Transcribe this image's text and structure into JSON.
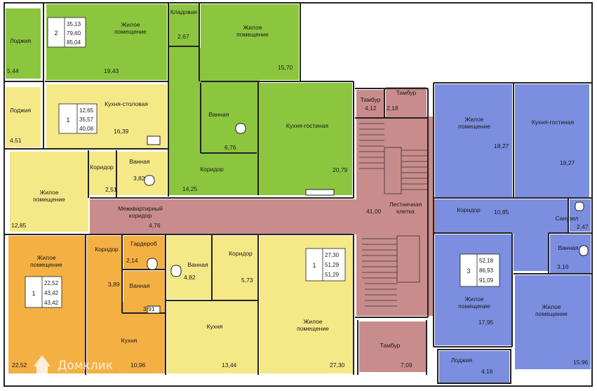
{
  "colors": {
    "green": "#8cc63f",
    "yellow": "#f5e887",
    "orange": "#f4b042",
    "blue": "#7b8ee0",
    "stair": "#c98c8c",
    "corridor": "#c98c8c",
    "wall": "#222222"
  },
  "apartments": [
    {
      "id": "apt-2",
      "number": "2",
      "areas": [
        "35,13",
        "79,60",
        "85,04"
      ],
      "color": "green"
    },
    {
      "id": "apt-1a",
      "number": "1",
      "areas": [
        "12,65",
        "35,57",
        "40,08"
      ],
      "color": "yellow"
    },
    {
      "id": "apt-1b",
      "number": "1",
      "areas": [
        "22,52",
        "43,42",
        "43,42"
      ],
      "color": "orange"
    },
    {
      "id": "apt-1c",
      "number": "1",
      "areas": [
        "27,30",
        "51,29",
        "51,29"
      ],
      "color": "yellow"
    },
    {
      "id": "apt-3",
      "number": "3",
      "areas": [
        "52,18",
        "86,93",
        "91,09"
      ],
      "color": "blue"
    }
  ],
  "rooms": [
    {
      "id": "loggia-1",
      "name": "Лоджия",
      "area": "5,44"
    },
    {
      "id": "living-1",
      "name": "Жилое помещение",
      "area": "19,43"
    },
    {
      "id": "pantry",
      "name": "Кладовая",
      "area": "2,67"
    },
    {
      "id": "living-2",
      "name": "Жилое помещение",
      "area": "15,70"
    },
    {
      "id": "loggia-2",
      "name": "Лоджия",
      "area": "4,51"
    },
    {
      "id": "kitchen-dining",
      "name": "Кухня-столовая",
      "area": "16,39"
    },
    {
      "id": "bath-1",
      "name": "Ванная",
      "area": "6,76"
    },
    {
      "id": "kitchen-living-1",
      "name": "Кухня-гостиная",
      "area": "20,79"
    },
    {
      "id": "corridor-green",
      "name": "Коридор",
      "area": "14,25"
    },
    {
      "id": "vestibule-1",
      "name": "Тамбур",
      "area": "4,12"
    },
    {
      "id": "vestibule-2",
      "name": "Тамбур",
      "area": "2,18"
    },
    {
      "id": "living-3",
      "name": "Жилое помещение",
      "area": "18,27"
    },
    {
      "id": "kitchen-living-2",
      "name": "Кухня-гостиная",
      "area": "18,27"
    },
    {
      "id": "living-4",
      "name": "Жилое помещение",
      "area": "12,85"
    },
    {
      "id": "corridor-small",
      "name": "Коридор",
      "area": "2,51"
    },
    {
      "id": "bath-2",
      "name": "Ванная",
      "area": "3,82"
    },
    {
      "id": "interapt-corridor",
      "name": "Межквартирный коридор",
      "area": "4,76"
    },
    {
      "id": "stairwell",
      "name": "Лестничная клетка",
      "area": "41,00"
    },
    {
      "id": "corridor-blue",
      "name": "Коридор",
      "area": "10,85"
    },
    {
      "id": "wc-blue",
      "name": "Санузел",
      "area": "2,47"
    },
    {
      "id": "bath-blue",
      "name": "Ванная",
      "area": "3,16"
    },
    {
      "id": "living-5",
      "name": "Жилое помещение",
      "area": "22,52"
    },
    {
      "id": "corridor-orange",
      "name": "Коридор",
      "area": "3,89"
    },
    {
      "id": "wardrobe",
      "name": "Гардероб",
      "area": "2,14"
    },
    {
      "id": "bath-3",
      "name": "Ванная",
      "area": "4,82"
    },
    {
      "id": "corridor-yellow",
      "name": "Коридор",
      "area": "5,73"
    },
    {
      "id": "bath-4",
      "name": "Ванная",
      "area": "3,91"
    },
    {
      "id": "kitchen-1",
      "name": "Кухня",
      "area": "10,96"
    },
    {
      "id": "kitchen-2",
      "name": "Кухня",
      "area": "13,44"
    },
    {
      "id": "living-6",
      "name": "Жилое помещение",
      "area": "27,30"
    },
    {
      "id": "vestibule-3",
      "name": "Тамбур",
      "area": "7,09"
    },
    {
      "id": "living-7",
      "name": "Жилое помещение",
      "area": "17,95"
    },
    {
      "id": "living-8",
      "name": "Жилое помещение",
      "area": "15,96"
    },
    {
      "id": "loggia-3",
      "name": "Лоджия",
      "area": "4,16"
    }
  ],
  "watermark": "Домклик"
}
